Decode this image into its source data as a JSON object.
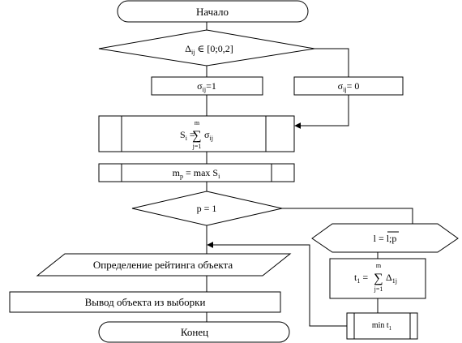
{
  "flowchart": {
    "start_label": "Начало",
    "condition_delta": {
      "symbol": "Δ",
      "subscript": "ij",
      "relation": "∈",
      "interval": "[0;0,2]"
    },
    "sigma_one": {
      "symbol": "σ",
      "subscript": "ij",
      "rhs": "=1"
    },
    "sigma_zero": {
      "symbol": "σ",
      "subscript": "ij",
      "rhs": "= 0"
    },
    "sum_s": {
      "lhs": "S",
      "lhs_sub": "i",
      "equals": "=",
      "sum_upper": "m",
      "sum_lower": "j=1",
      "term": "σ",
      "term_sub": "ij"
    },
    "max_s": {
      "lhs": "m",
      "lhs_sub": "p",
      "rhs": "= max S",
      "rhs_sub": "i"
    },
    "condition_p": "p = 1",
    "loop_l": "l = l;p",
    "sum_t": {
      "lhs": "t",
      "lhs_sub": "1",
      "equals": "=",
      "sum_upper": "m",
      "sum_lower": "j=1",
      "term": "Δ",
      "term_sub": "1j"
    },
    "min_t": {
      "text": "min t",
      "sub": "1"
    },
    "rating_label": "Определение рейтинга объекта",
    "output_label": "Вывод объекта из выборки",
    "end_label": "Конец"
  }
}
